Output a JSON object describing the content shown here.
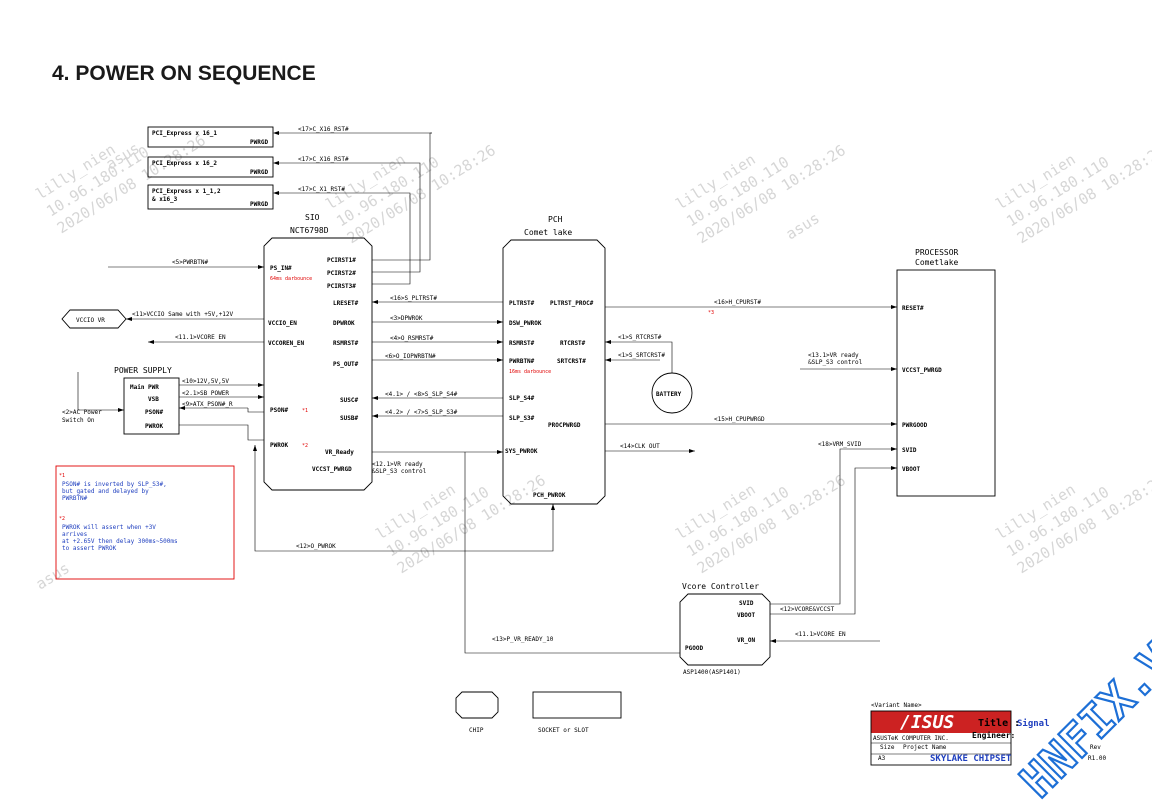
{
  "heading": "4.  POWER ON SEQUENCE",
  "pcie": [
    {
      "name": "PCI_Express x 16_1",
      "name2": "",
      "pin": "PWRGD",
      "reset": "<17>C_X16_RST#"
    },
    {
      "name": "PCI_Express x 16_2",
      "name2": "",
      "pin": "PWRGD",
      "reset": "<17>C_X16_RST#"
    },
    {
      "name": "PCI_Express x 1_1,2",
      "name2": "& x16_3",
      "pin": "PWRGD",
      "reset": "<17>C_X1_RST#"
    }
  ],
  "sio": {
    "title": "SIO",
    "part": "NCT6798D",
    "ps_in": "PS_IN#",
    "debounce": "64ms darbounce",
    "pcirst1": "PCIRST1#",
    "pcirst2": "PCIRST2#",
    "pcirst3": "PCIRST3#",
    "lreset": "LRESET#",
    "vccio_en": "VCCIO_EN",
    "dpwrok": "DPWROK",
    "vccore_en": "VCCOREN_EN",
    "rsmrst": "RSMRST#",
    "ps_out": "PS_OUT#",
    "susc": "SUSC#",
    "susb": "SUSB#",
    "pson": "PSON#",
    "pson_mark": "*1",
    "pwrok": "PWROK",
    "pwrok_mark": "*2",
    "vr_ready": "VR_Ready",
    "vccst_pwrgd": "VCCST_PWRGD"
  },
  "pch": {
    "title": "PCH",
    "subtitle": "Comet lake",
    "pltrst": "PLTRST#",
    "pltrst_proc": "PLTRST_PROC#",
    "dsw_pwrok": "DSW_PWROK",
    "rsmrst": "RSMRST#",
    "rtcrst": "RTCRST#",
    "pwrbtn": "PWRBTN#",
    "srtcrst": "SRTCRST#",
    "debounce": "16ms darbounce",
    "slp_s4": "SLP_S4#",
    "slp_s3": "SLP_S3#",
    "procpwrgd": "PROCPWRGD",
    "sys_pwrok": "SYS_PWROK",
    "pch_pwrok": "PCH_PWROK"
  },
  "processor": {
    "title": "PROCESSOR",
    "subtitle": "Cometlake",
    "reset": "RESET#",
    "vccst_pwrgd": "VCCST_PWRGD",
    "pwrgood": "PWRGOOD",
    "svid": "SVID",
    "vboot": "VBOOT"
  },
  "power_supply": {
    "title": "POWER SUPPLY",
    "main": "Main PWR",
    "vsb": "VSB",
    "pson": "PSON#",
    "pwrok": "PWROK",
    "ac": "<2>AC Power",
    "ac2": "Switch On"
  },
  "vccio_vr": {
    "label": "VCCIO VR",
    "signal": "<11>VCCIO Same with +5V,+12V"
  },
  "vcore": {
    "title": "Vcore Controller",
    "svid": "SVID",
    "vboot": "VBOOT",
    "vr_on": "VR_ON",
    "pgood": "PGOOD",
    "part": "ASP1400(ASP1401)"
  },
  "battery": "BATTERY",
  "signals": {
    "pwrbtn_in": "<5>PWRBTN#",
    "vccore_en": "<11.1>VCORE EN",
    "s12v": "<10>12V,5V,5V",
    "sb_power": "<2.1>SB POWER",
    "atx_pson": "<9>ATX_PSON#_R",
    "s_pltrst": "<16>S_PLTRST#",
    "dpwrok": "<3>DPWROK",
    "rsmrst": "<4>O_RSMRST#",
    "iopwrbtn": "<6>O_IOPWRBTN#",
    "slp_s4": "<4.1> / <8>S_SLP_S4#",
    "slp_s3": "<4.2> / <7>S_SLP_S3#",
    "vr_ready": "<12.1>VR ready",
    "vr_ready2": "&SLP_S3 control",
    "o_pwrok": "<12>O_PWROK",
    "vr_ready_10": "<13>P_VR_READY_10",
    "h_cpurst": "<16>H_CPURST#",
    "h_cpurst_mark": "*3",
    "rtc1": "<1>S_RTCRST#",
    "rtc2": "<1>S_SRTCRST#",
    "vccst": "<13.1>VR ready",
    "vccst2": "&SLP_S3 control",
    "h_cpupwrgd": "<15>H_CPUPWRGD",
    "clk_out": "<14>CLK OUT",
    "vrm_svid": "<18>VRM_SVID",
    "vcore_vccst": "<12>VCORE&VCCST",
    "vcore_en2": "<11.1>VCORE EN"
  },
  "notes": {
    "n1_mark": "*1",
    "n1a": "PSON# is inverted by SLP_S3#,",
    "n1b": "but gated and delayed by",
    "n1c": "PWRBTN#",
    "n2_mark": "*2",
    "n2a": "PWROK will assert when +3V",
    "n2b": "arrives",
    "n2c": "at +2.65V then delay 300ms~500ms",
    "n2d": "to assert PWROK"
  },
  "legend": {
    "chip": "CHIP",
    "socket": "SOCKET or SLOT"
  },
  "titleblock": {
    "variant": "<Variant Name>",
    "brand": "/ISUS",
    "title_label": "Title :",
    "title_value": "Signal",
    "company": "ASUSTeK COMPUTER INC.",
    "engineer": "Engineer:",
    "size_label": "Size",
    "size": "A3",
    "project_label": "Project Name",
    "project": "SKYLAKE CHIPSET",
    "rev_label": "Rev",
    "rev": "R1.00"
  },
  "watermark": {
    "user": "lilly_nien",
    "ip": "10.96.180.110",
    "date": "2020/06/08 10:28:26",
    "brand": "asus"
  },
  "site_watermark": "HNFIX.VN",
  "colors": {
    "red": "#e00000",
    "note_blue": "#1f3fbf",
    "watermark": "#d6d6d6",
    "site": "#1d6fd6"
  }
}
